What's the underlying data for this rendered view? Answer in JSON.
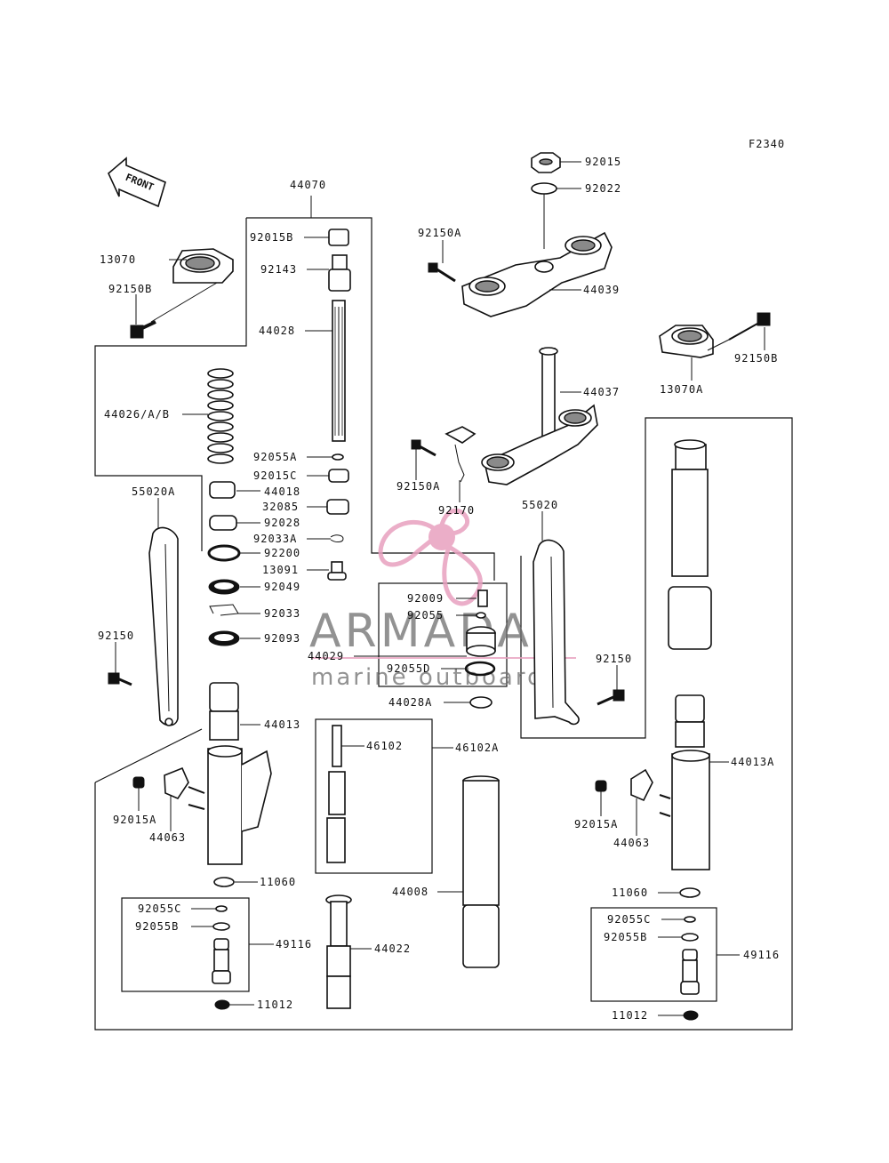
{
  "figure_code": "F2340",
  "front_arrow_text": "FRONT",
  "watermark": {
    "brand": "ARMADA",
    "tagline": "marine outboards",
    "propeller_color": "#e8a0bf"
  },
  "labels": {
    "p44070": "44070",
    "p13070": "13070",
    "p92150B_l": "92150B",
    "p92015B": "92015B",
    "p92143": "92143",
    "p44028": "44028",
    "p44026": "44026/A/B",
    "p92055A": "92055A",
    "p92015C": "92015C",
    "p44018": "44018",
    "p32085": "32085",
    "p92028": "92028",
    "p92033A": "92033A",
    "p92200": "92200",
    "p13091": "13091",
    "p92049": "92049",
    "p92033": "92033",
    "p92093": "92093",
    "p55020A": "55020A",
    "p92150_l": "92150",
    "p44013": "44013",
    "p92015A_l": "92015A",
    "p44063_l": "44063",
    "p11060_l": "11060",
    "p92055C_l": "92055C",
    "p92055B_l": "92055B",
    "p49116_l": "49116",
    "p11012_l": "11012",
    "p46102": "46102",
    "p46102A": "46102A",
    "p44022": "44022",
    "p44008": "44008",
    "p92015": "92015",
    "p92022": "92022",
    "p92150A_t": "92150A",
    "p44039": "44039",
    "p44037": "44037",
    "p13070A": "13070A",
    "p92150B_r": "92150B",
    "p92150A_m": "92150A",
    "p92170": "92170",
    "p92009": "92009",
    "p92055": "92055",
    "p44029": "44029",
    "p92055D": "92055D",
    "p44028A": "44028A",
    "p55020": "55020",
    "p92150_r": "92150",
    "p44013A": "44013A",
    "p92015A_r": "92015A",
    "p44063_r": "44063",
    "p11060_r": "11060",
    "p92055C_r": "92055C",
    "p92055B_r": "92055B",
    "p49116_r": "49116",
    "p11012_r": "11012"
  }
}
